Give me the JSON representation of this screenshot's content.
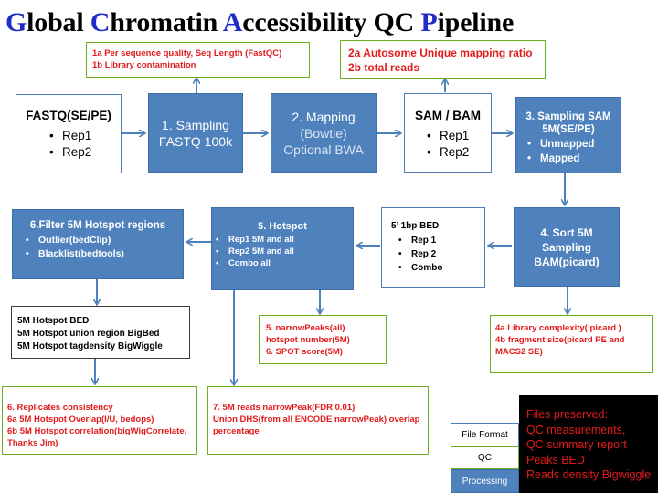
{
  "title": {
    "parts": [
      {
        "cap": "G",
        "rest": "lobal "
      },
      {
        "cap": "C",
        "rest": "hromatin "
      },
      {
        "cap": "A",
        "rest": "ccessibility QC "
      },
      {
        "cap": "P",
        "rest": "ipeline"
      }
    ]
  },
  "qc1": {
    "lines": [
      "1a Per sequence quality, Seq Length (FastQC)",
      "1b Library contamination"
    ]
  },
  "qc2": {
    "lines": [
      "2a Autosome Unique mapping ratio",
      "2b total reads"
    ]
  },
  "fastq": {
    "title": "FASTQ(SE/PE)",
    "items": [
      "Rep1",
      "Rep2"
    ]
  },
  "step1": {
    "lines": [
      "1. Sampling",
      "FASTQ 100k"
    ]
  },
  "step2": {
    "line1": "2. Mapping",
    "line2": "(Bowtie)",
    "line3": "Optional BWA"
  },
  "sambam": {
    "title": "SAM / BAM",
    "items": [
      "Rep1",
      "Rep2"
    ]
  },
  "step3": {
    "title": "3. Sampling SAM 5M(SE/PE)",
    "items": [
      "Unmapped",
      "Mapped"
    ]
  },
  "step6filter": {
    "title": "6.Filter 5M Hotspot regions",
    "items": [
      "Outlier(bedClip)",
      "Blacklist(bedtools)"
    ]
  },
  "step5": {
    "title": "5. Hotspot",
    "items": [
      "Rep1 5M and all",
      "Rep2 5M  and all",
      "Combo all"
    ]
  },
  "bed1bp": {
    "title": "5’ 1bp BED",
    "items": [
      "Rep 1",
      "Rep 2",
      "Combo"
    ]
  },
  "step4": {
    "lines": [
      "4. Sort 5M",
      "Sampling",
      "BAM(picard)"
    ]
  },
  "hotspotFiles": {
    "lines": [
      "5M Hotspot BED",
      "5M Hotspot union region BigBed",
      "5M Hotspot tagdensity BigWiggle"
    ]
  },
  "qc5": {
    "lines": [
      "5. narrowPeaks(all)",
      "hotspot number(5M)",
      "6. SPOT score(5M)"
    ]
  },
  "qc4": {
    "lines": [
      "4a Library complexity( picard )",
      "4b fragment size(picard PE and",
      "MACS2 SE)"
    ]
  },
  "qc6": {
    "lines": [
      "6. Replicates consistency",
      "6a 5M Hotspot Overlap(I/U, bedops)",
      "6b 5M Hotspot correlation(bigWigCorrelate,",
      "Thanks Jim)"
    ]
  },
  "qc7": {
    "lines": [
      "7. 5M reads narrowPeak(FDR 0.01)",
      "Union DHS(from all ENCODE narrowPeak) overlap",
      "percentage"
    ]
  },
  "legend": {
    "file_format": "File Format",
    "qc": "QC",
    "processing": "Processing"
  },
  "preserved": {
    "lines": [
      "Files preserved:",
      "QC measurements,",
      "QC summary report",
      "Peaks BED",
      "Reads density Bigwiggle"
    ]
  },
  "colors": {
    "blue_title": "#1f2cc7",
    "process": "#4f81bd",
    "qc_text": "#e31a1c",
    "qc_border": "#6ab023",
    "arrow": "#4f81bd"
  }
}
